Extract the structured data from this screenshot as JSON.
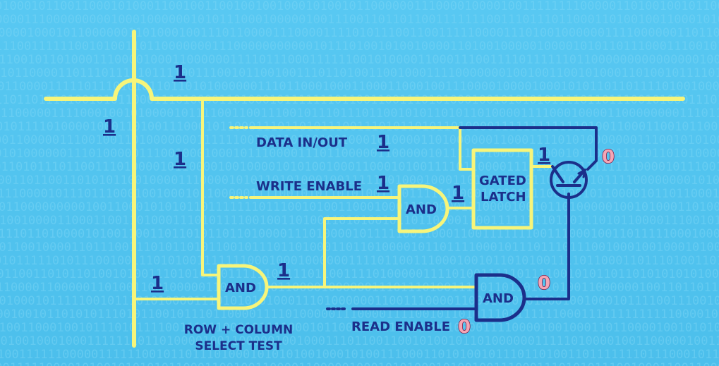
{
  "labels": {
    "data_in_out": "DATA IN/OUT",
    "write_enable": "WRITE ENABLE",
    "read_enable": "READ ENABLE",
    "row_column_line1": "ROW + COLUMN",
    "row_column_line2": "SELECT TEST",
    "gated_latch_line1": "GATED",
    "gated_latch_line2": "LATCH",
    "and_gate": "AND",
    "dots": "...."
  },
  "signal_values": {
    "top_bus": "1",
    "left_column": "1",
    "vertical_branch": "1",
    "data_in_out": "1",
    "write_enable": "1",
    "and_to_latch": "1",
    "latch_output": "1",
    "transistor_output": "0",
    "row_column_input": "1",
    "select_and_output": "1",
    "read_and_output": "0",
    "read_enable": "0"
  },
  "colors": {
    "active_wire": "#f7f57a",
    "inactive_wire": "#1b2f8a",
    "label_text": "#1b2f8a",
    "zero_fill": "#f4a6b5",
    "zero_outline": "#7a1340",
    "background": "#4fc3ef"
  }
}
